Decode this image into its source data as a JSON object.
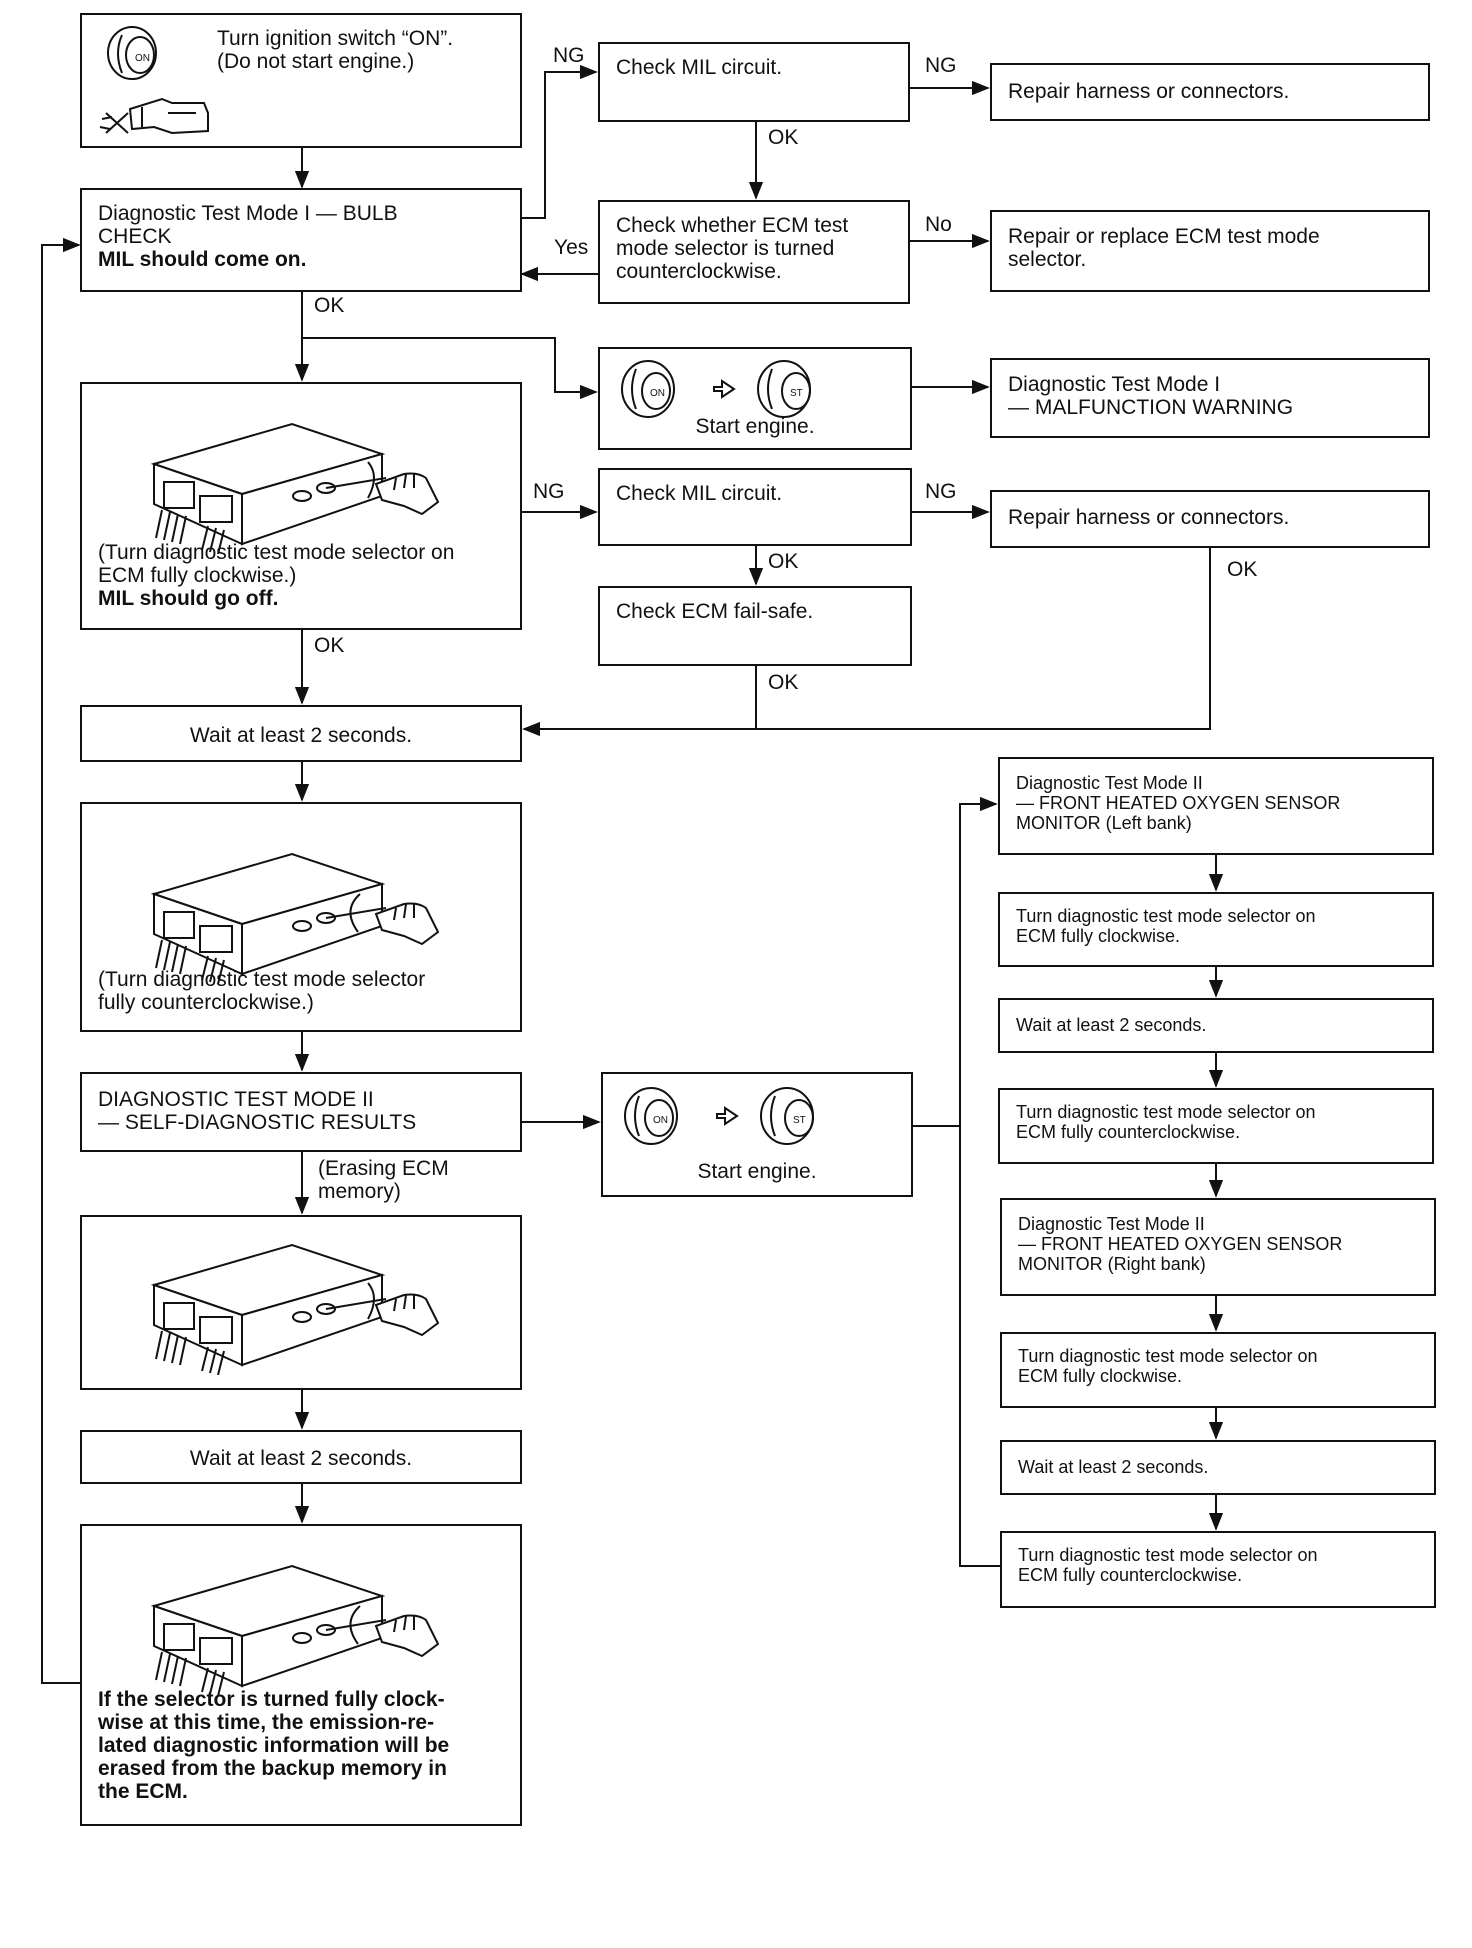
{
  "steps": {
    "ignition": "Turn ignition switch “ON”.\n(Do not start engine.)",
    "mil_check_1": "Check MIL circuit.",
    "repair_harness_1": "Repair harness or connectors.",
    "bulb_check": "Diagnostic Test Mode I — BULB\nCHECK",
    "bulb_check_note": "MIL should come on.",
    "selector_check": "Check whether ECM test\nmode selector is turned\ncounterclockwise.",
    "repair_selector": "Repair or replace ECM test mode\nselector.",
    "start_engine_1": "Start engine.",
    "malfunction_warning": "Diagnostic Test Mode I\n— MALFUNCTION WARNING",
    "turn_cw_caption": "(Turn diagnostic test mode selector on\nECM fully clockwise.)",
    "turn_cw_note": "MIL should go off.",
    "mil_check_2": "Check MIL circuit.",
    "repair_harness_2": "Repair harness or connectors.",
    "ecm_failsafe": "Check ECM fail-safe.",
    "wait_1": "Wait at least 2 seconds.",
    "turn_ccw_caption": "(Turn diagnostic test mode selector\nfully counterclockwise.)",
    "self_diag": "DIAGNOSTIC TEST MODE II\n— SELF-DIAGNOSTIC RESULTS",
    "erasing": "(Erasing ECM\nmemory)",
    "start_engine_2": "Start engine.",
    "wait_2": "Wait at least 2 seconds.",
    "final_warning": "If the selector is turned fully clock-\nwise at this time, the emission-re-\nlated diagnostic information will be\nerased from the backup memory in\nthe ECM.",
    "o2_left": "Diagnostic Test Mode II\n— FRONT HEATED OXYGEN SENSOR\n    MONITOR (Left bank)",
    "r_cw_1": "Turn diagnostic test mode selector on\nECM fully clockwise.",
    "r_wait_1": "Wait at least 2 seconds.",
    "r_ccw_1": "Turn diagnostic test mode selector on\nECM fully counterclockwise.",
    "o2_right": "Diagnostic Test Mode II\n— FRONT HEATED OXYGEN SENSOR\n    MONITOR (Right bank)",
    "r_cw_2": "Turn diagnostic test mode selector on\nECM fully clockwise.",
    "r_wait_2": "Wait at least 2 seconds.",
    "r_ccw_2": "Turn diagnostic test mode selector on\nECM fully counterclockwise."
  },
  "labels": {
    "ng_1": "NG",
    "ng_2": "NG",
    "ok_1": "OK",
    "no_1": "No",
    "yes_1": "Yes",
    "ok_2": "OK",
    "ng_3": "NG",
    "ng_4": "NG",
    "ok_3": "OK",
    "ok_4": "OK",
    "ok_5": "OK",
    "ok_6": "OK"
  },
  "icons": {
    "key_on": "ON",
    "key_start": "ST"
  }
}
